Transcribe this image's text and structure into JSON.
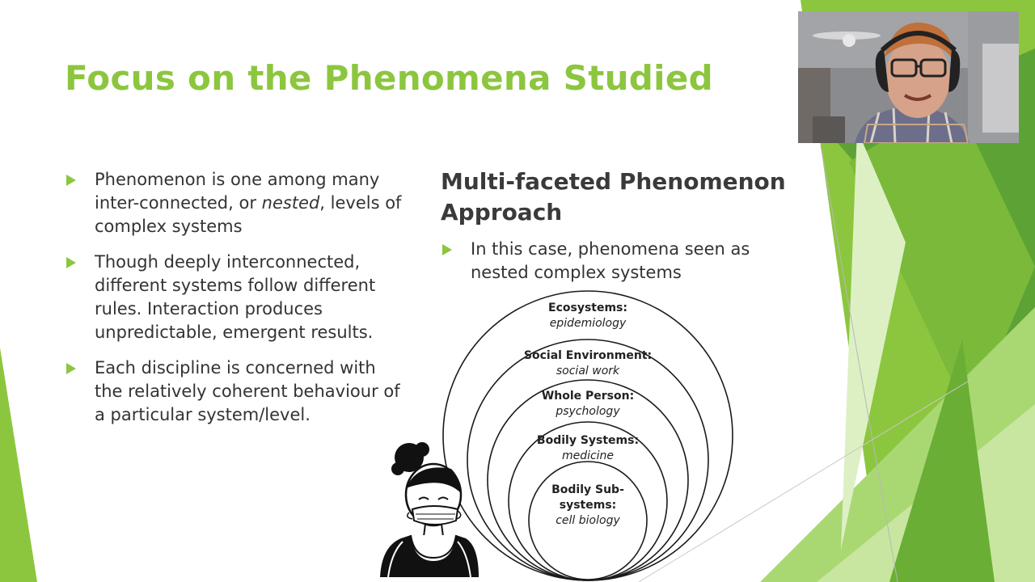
{
  "slide": {
    "title": "Focus on the Phenomena Studied",
    "bullets": [
      {
        "before": "Phenomenon is one among many inter-connected, or ",
        "emphasis": "nested",
        "after": ", levels of complex systems"
      },
      {
        "text": "Though deeply interconnected, different systems follow different rules. Interaction produces unpredictable, emergent results."
      },
      {
        "text": "Each discipline is concerned with the relatively coherent behaviour of a particular system/level."
      }
    ],
    "right_heading": "Multi-faceted Phenomenon Approach",
    "right_bullet": "In this case, phenomena seen as nested complex systems"
  },
  "diagram": {
    "levels": [
      {
        "name": "Ecosystems:",
        "discipline": "epidemiology"
      },
      {
        "name": "Social Environment:",
        "discipline": "social work"
      },
      {
        "name": "Whole Person:",
        "discipline": "psychology"
      },
      {
        "name": "Bodily Systems:",
        "discipline": "medicine"
      },
      {
        "name": "Bodily Sub-systems:",
        "discipline": "cell biology"
      }
    ]
  },
  "theme": {
    "accent": "#8CC63F",
    "accent_dark": "#4E9A2A",
    "accent_light": "#C8E6A0"
  }
}
